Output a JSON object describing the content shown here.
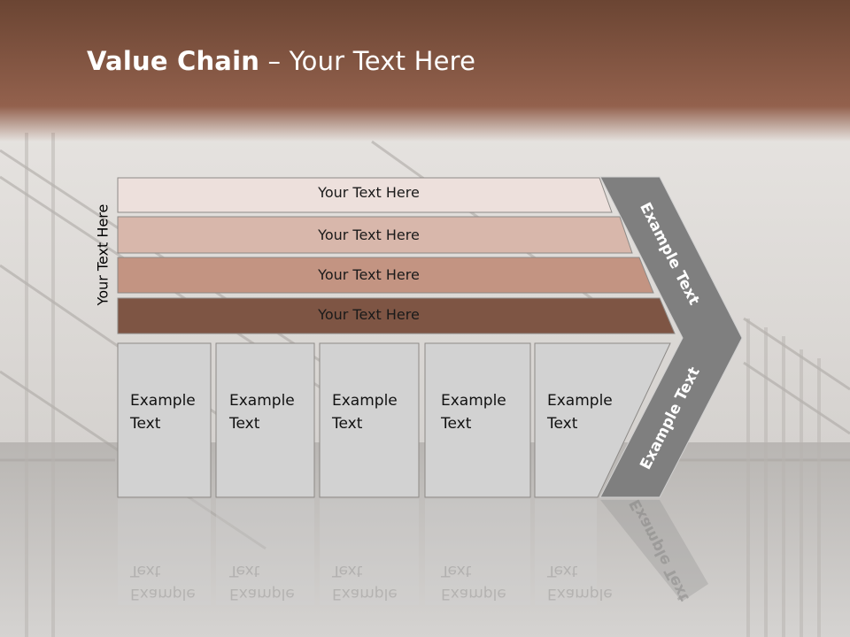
{
  "slide": {
    "title_bold": "Value Chain",
    "title_rest": " – Your Text Here"
  },
  "side_label": "Your Text Here",
  "bars": [
    {
      "label": "Your Text Here",
      "color": "#ede0dc"
    },
    {
      "label": "Your Text Here",
      "color": "#d8b7ab"
    },
    {
      "label": "Your Text Here",
      "color": "#c39482"
    },
    {
      "label": "Your Text Here",
      "color": "#7e5544"
    }
  ],
  "columns": [
    {
      "line1": "Example",
      "line2": "Text"
    },
    {
      "line1": "Example",
      "line2": "Text"
    },
    {
      "line1": "Example",
      "line2": "Text"
    },
    {
      "line1": "Example",
      "line2": "Text"
    },
    {
      "line1": "Example",
      "line2": "Text"
    }
  ],
  "chevron": {
    "upper_label": "Example Text",
    "lower_label": "Example Text",
    "color": "#7f7f7f"
  },
  "colors": {
    "header_brown": "#8a5a48",
    "column_fill": "#d2d2d2"
  }
}
